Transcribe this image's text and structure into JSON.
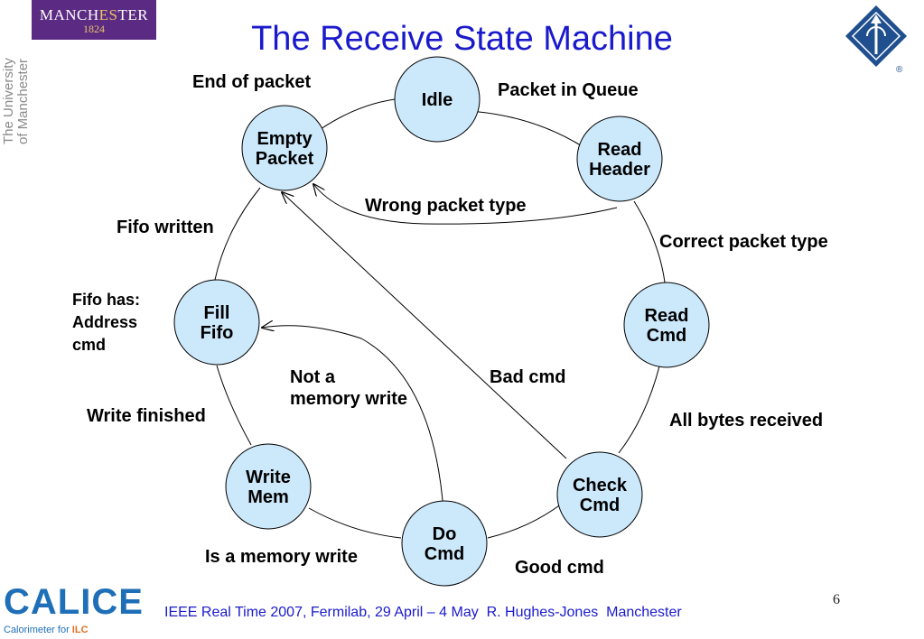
{
  "slide": {
    "title": "The Receive State Machine",
    "page_number": "6",
    "footer": "IEEE Real Time 2007, Fermilab, 29 April – 4 May  R. Hughes-Jones  Manchester"
  },
  "logos": {
    "manchester": {
      "word_a": "MANCH",
      "word_b": "ES",
      "word_c": "TER",
      "year": "1824"
    },
    "university_vertical": [
      "The University",
      "of Manchester"
    ],
    "calice": {
      "big": "CALICE",
      "sub_a": "Calorimeter for ",
      "sub_b": "ILC"
    },
    "ieee": {
      "registered": "®"
    }
  },
  "colors": {
    "title": "#1a1acc",
    "node_fill": "#cce8fb",
    "ieee_blue": "#1f4f8e",
    "manchester_purple": "#5b2a82",
    "calice_blue": "#1e6fb8"
  },
  "diagram": {
    "nodes": [
      {
        "id": "idle",
        "lines": [
          "Idle"
        ]
      },
      {
        "id": "read_header",
        "lines": [
          "Read",
          "Header"
        ]
      },
      {
        "id": "read_cmd",
        "lines": [
          "Read",
          "Cmd"
        ]
      },
      {
        "id": "check_cmd",
        "lines": [
          "Check",
          "Cmd"
        ]
      },
      {
        "id": "do_cmd",
        "lines": [
          "Do",
          "Cmd"
        ]
      },
      {
        "id": "write_mem",
        "lines": [
          "Write",
          "Mem"
        ]
      },
      {
        "id": "fill_fifo",
        "lines": [
          "Fill",
          "Fifo"
        ]
      },
      {
        "id": "empty_packet",
        "lines": [
          "Empty",
          "Packet"
        ]
      }
    ],
    "edge_labels": [
      {
        "id": "packet_in_queue",
        "lines": [
          "Packet in Queue"
        ]
      },
      {
        "id": "wrong_packet_type",
        "lines": [
          "Wrong packet type"
        ]
      },
      {
        "id": "correct_packet_type",
        "lines": [
          "Correct packet type"
        ]
      },
      {
        "id": "all_bytes_received",
        "lines": [
          "All bytes received"
        ]
      },
      {
        "id": "good_cmd",
        "lines": [
          "Good cmd"
        ]
      },
      {
        "id": "bad_cmd",
        "lines": [
          "Bad cmd"
        ]
      },
      {
        "id": "is_memory_write",
        "lines": [
          "Is a memory write"
        ]
      },
      {
        "id": "not_memory_write",
        "lines": [
          "Not a",
          "memory write"
        ]
      },
      {
        "id": "write_finished",
        "lines": [
          "Write finished"
        ]
      },
      {
        "id": "fifo_written",
        "lines": [
          "Fifo written"
        ]
      },
      {
        "id": "end_of_packet",
        "lines": [
          "End of packet"
        ]
      }
    ],
    "notes": [
      {
        "id": "fifo_has",
        "lines": [
          "Fifo has:",
          "Address",
          "cmd"
        ]
      }
    ]
  }
}
